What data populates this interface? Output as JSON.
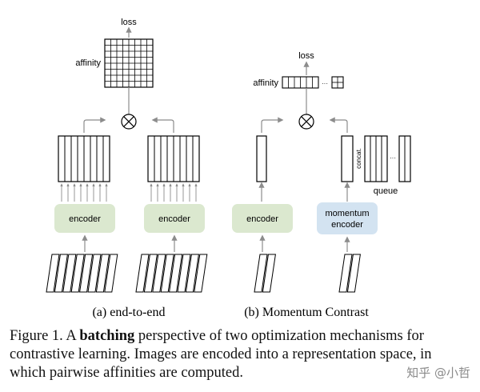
{
  "diagram": {
    "panel_a": {
      "caption": "(a) end-to-end",
      "loss_label": "loss",
      "affinity_label": "affinity",
      "encoder_left_label": "encoder",
      "encoder_right_label": "encoder"
    },
    "panel_b": {
      "caption": "(b) Momentum Contrast",
      "loss_label": "loss",
      "affinity_label": "affinity",
      "encoder_label": "encoder",
      "momentum_encoder_line1": "momentum",
      "momentum_encoder_line2": "encoder",
      "concat_label": "concat.",
      "queue_label": "queue",
      "ellipsis": "···"
    },
    "colors": {
      "encoder_fill": "#dbe8cf",
      "momentum_encoder_fill": "#d3e3f1",
      "arrow_gray": "#8c8c8c",
      "line_black": "#000000"
    }
  },
  "caption": {
    "prefix": "Figure 1. A ",
    "bold": "batching",
    "rest": " perspective of two optimization mechanisms for contrastive learning. Images are encoded into a representation space, in which pairwise affinities are computed."
  },
  "watermark": "知乎 @小哲"
}
